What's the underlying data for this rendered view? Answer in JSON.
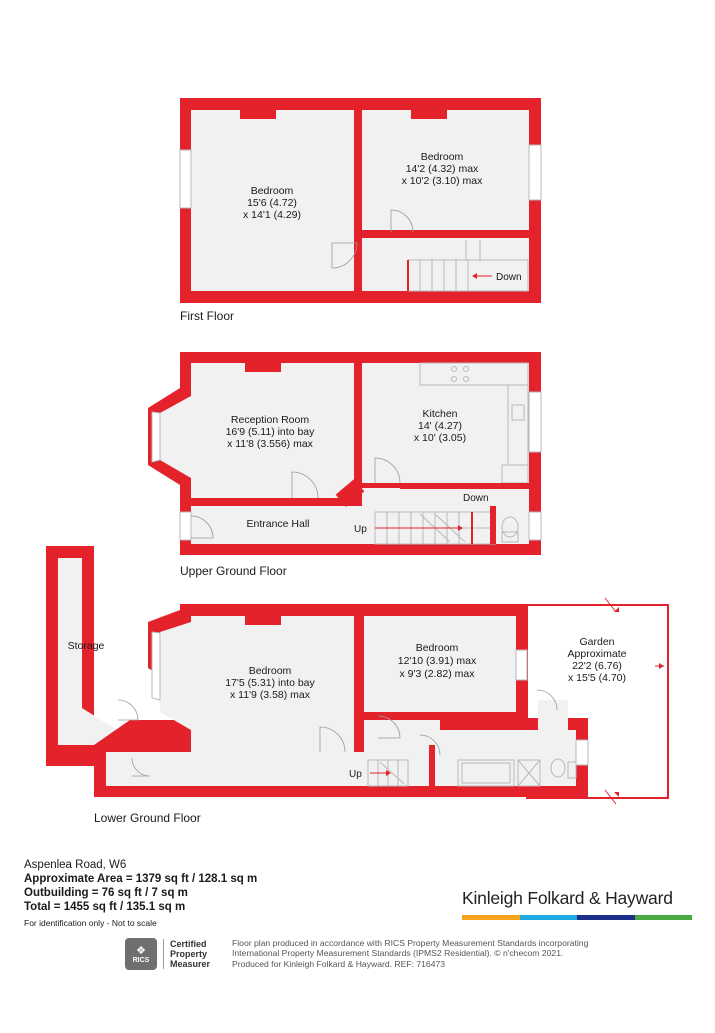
{
  "floors": {
    "first": {
      "label": "First Floor",
      "rooms": [
        {
          "name": "Bedroom",
          "dims": [
            "15'6 (4.72)",
            "x 14'1 (4.29)"
          ]
        },
        {
          "name": "Bedroom",
          "dims": [
            "14'2 (4.32) max",
            "x 10'2 (3.10) max"
          ]
        }
      ],
      "stairs_label": "Down"
    },
    "upper_ground": {
      "label": "Upper Ground Floor",
      "rooms": [
        {
          "name": "Reception Room",
          "dims": [
            "16'9 (5.11) into bay",
            "x 11'8 (3.556) max"
          ]
        },
        {
          "name": "Kitchen",
          "dims": [
            "14' (4.27)",
            "x 10' (3.05)"
          ]
        },
        {
          "name": "Entrance Hall",
          "dims": []
        }
      ],
      "stairs_up_label": "Up",
      "stairs_down_label": "Down"
    },
    "lower_ground": {
      "label": "Lower Ground Floor",
      "rooms": [
        {
          "name": "Storage",
          "dims": []
        },
        {
          "name": "Bedroom",
          "dims": [
            "17'5 (5.31) into bay",
            "x 11'9 (3.58) max"
          ]
        },
        {
          "name": "Bedroom",
          "dims": [
            "12'10 (3.91) max",
            "x 9'3 (2.82) max"
          ]
        },
        {
          "name": "Garden",
          "dims": [
            "Approximate",
            "22'2 (6.76)",
            "x 15'5 (4.70)"
          ]
        }
      ],
      "stairs_label": "Up"
    }
  },
  "info": {
    "address": "Aspenlea Road, W6",
    "approx_area": "Approximate Area = 1379 sq ft / 128.1 sq m",
    "outbuilding": "Outbuilding = 76 sq ft / 7 sq m",
    "total": "Total = 1455 sq ft / 135.1 sq m",
    "note": "For identification only - Not to scale"
  },
  "brand": {
    "name": "Kinleigh Folkard & Hayward",
    "bar_colors": [
      "#f7a21b",
      "#1fa9e1",
      "#1e2f8a",
      "#49a942"
    ]
  },
  "rics": {
    "badge": "RICS",
    "lines": [
      "Certified",
      "Property",
      "Measurer"
    ]
  },
  "disclaimer": {
    "lines": [
      "Floor plan produced in accordance with RICS Property Measurement Standards incorporating",
      "International Property Measurement Standards (IPMS2 Residential).  © n'checom 2021.",
      "Produced for Kinleigh Folkard & Hayward.   REF: 716473"
    ]
  },
  "colors": {
    "wall": "#e4222b",
    "floor": "#f1f1f1"
  }
}
